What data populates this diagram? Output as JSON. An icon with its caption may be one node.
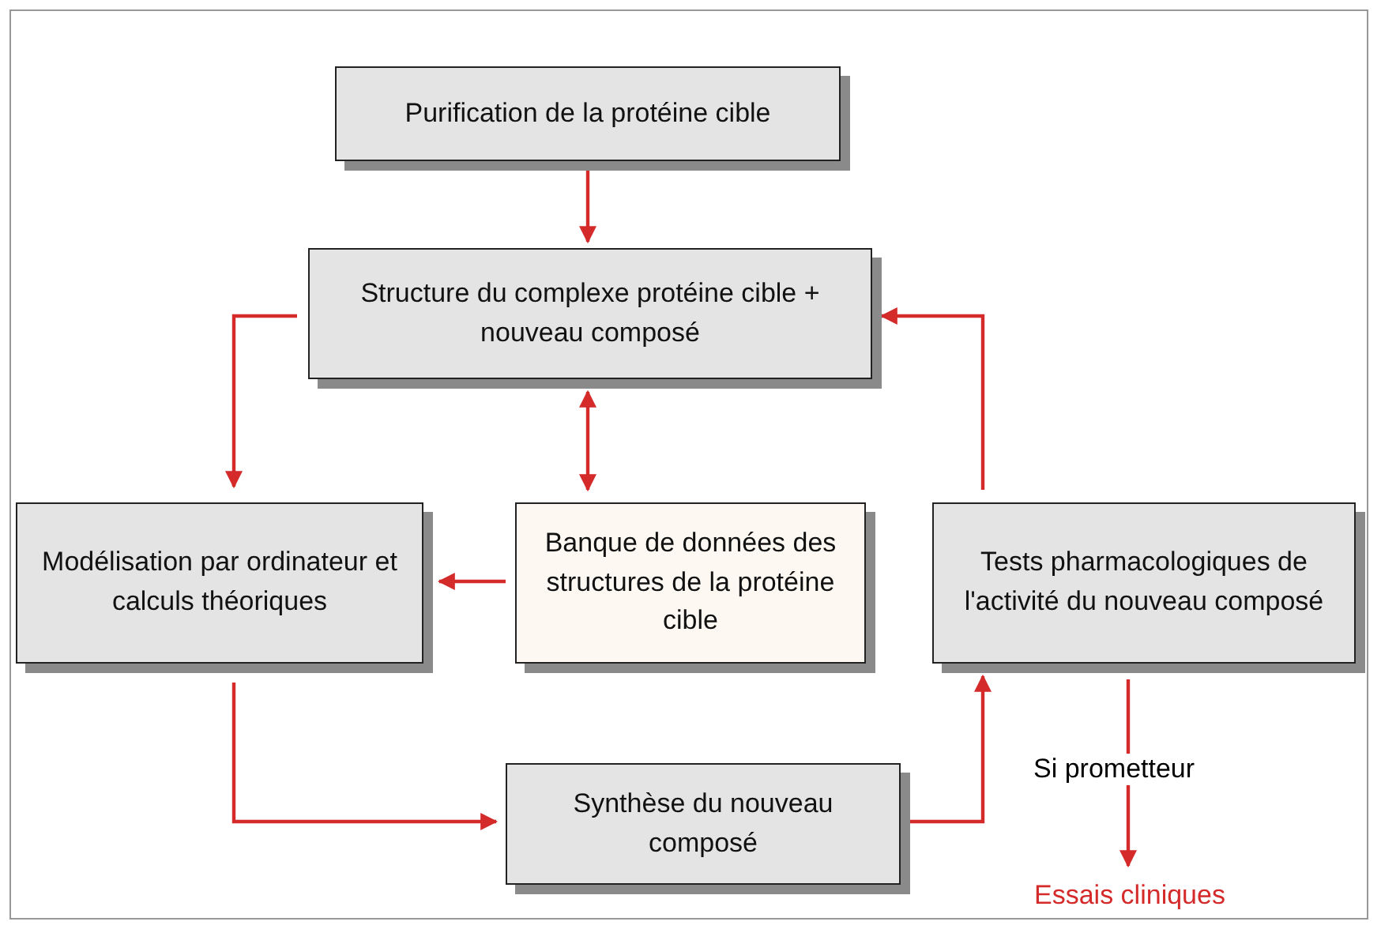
{
  "diagram": {
    "nodes": [
      {
        "text": [
          "Purification de la protéine cible"
        ]
      },
      {
        "text": [
          "Structure du complexe protéine cible + nouveau composé"
        ]
      },
      {
        "text": [
          "Modélisation par ordinateur et calculs théoriques"
        ]
      },
      {
        "text": [
          "Banque de données des structures de la protéine cible"
        ]
      },
      {
        "text": [
          "Tests pharmacologiques de l'activité du nouveau composé"
        ]
      },
      {
        "text": [
          "Synthèse du nouveau composé"
        ]
      },
      {
        "text": [
          "Essais cliniques"
        ]
      }
    ],
    "edges": [
      {
        "from": 0,
        "to": 1,
        "arrow": "to"
      },
      {
        "from": 1,
        "to": 2,
        "arrow": "to"
      },
      {
        "from": 1,
        "to": 3,
        "arrow": "both"
      },
      {
        "from": 3,
        "to": 2,
        "arrow": "to"
      },
      {
        "from": 2,
        "to": 5,
        "arrow": "to"
      },
      {
        "from": 5,
        "to": 4,
        "arrow": "to"
      },
      {
        "from": 4,
        "to": 1,
        "arrow": "to"
      },
      {
        "from": 4,
        "to": 6,
        "arrow": "to",
        "label": "Si prometteur"
      }
    ]
  }
}
